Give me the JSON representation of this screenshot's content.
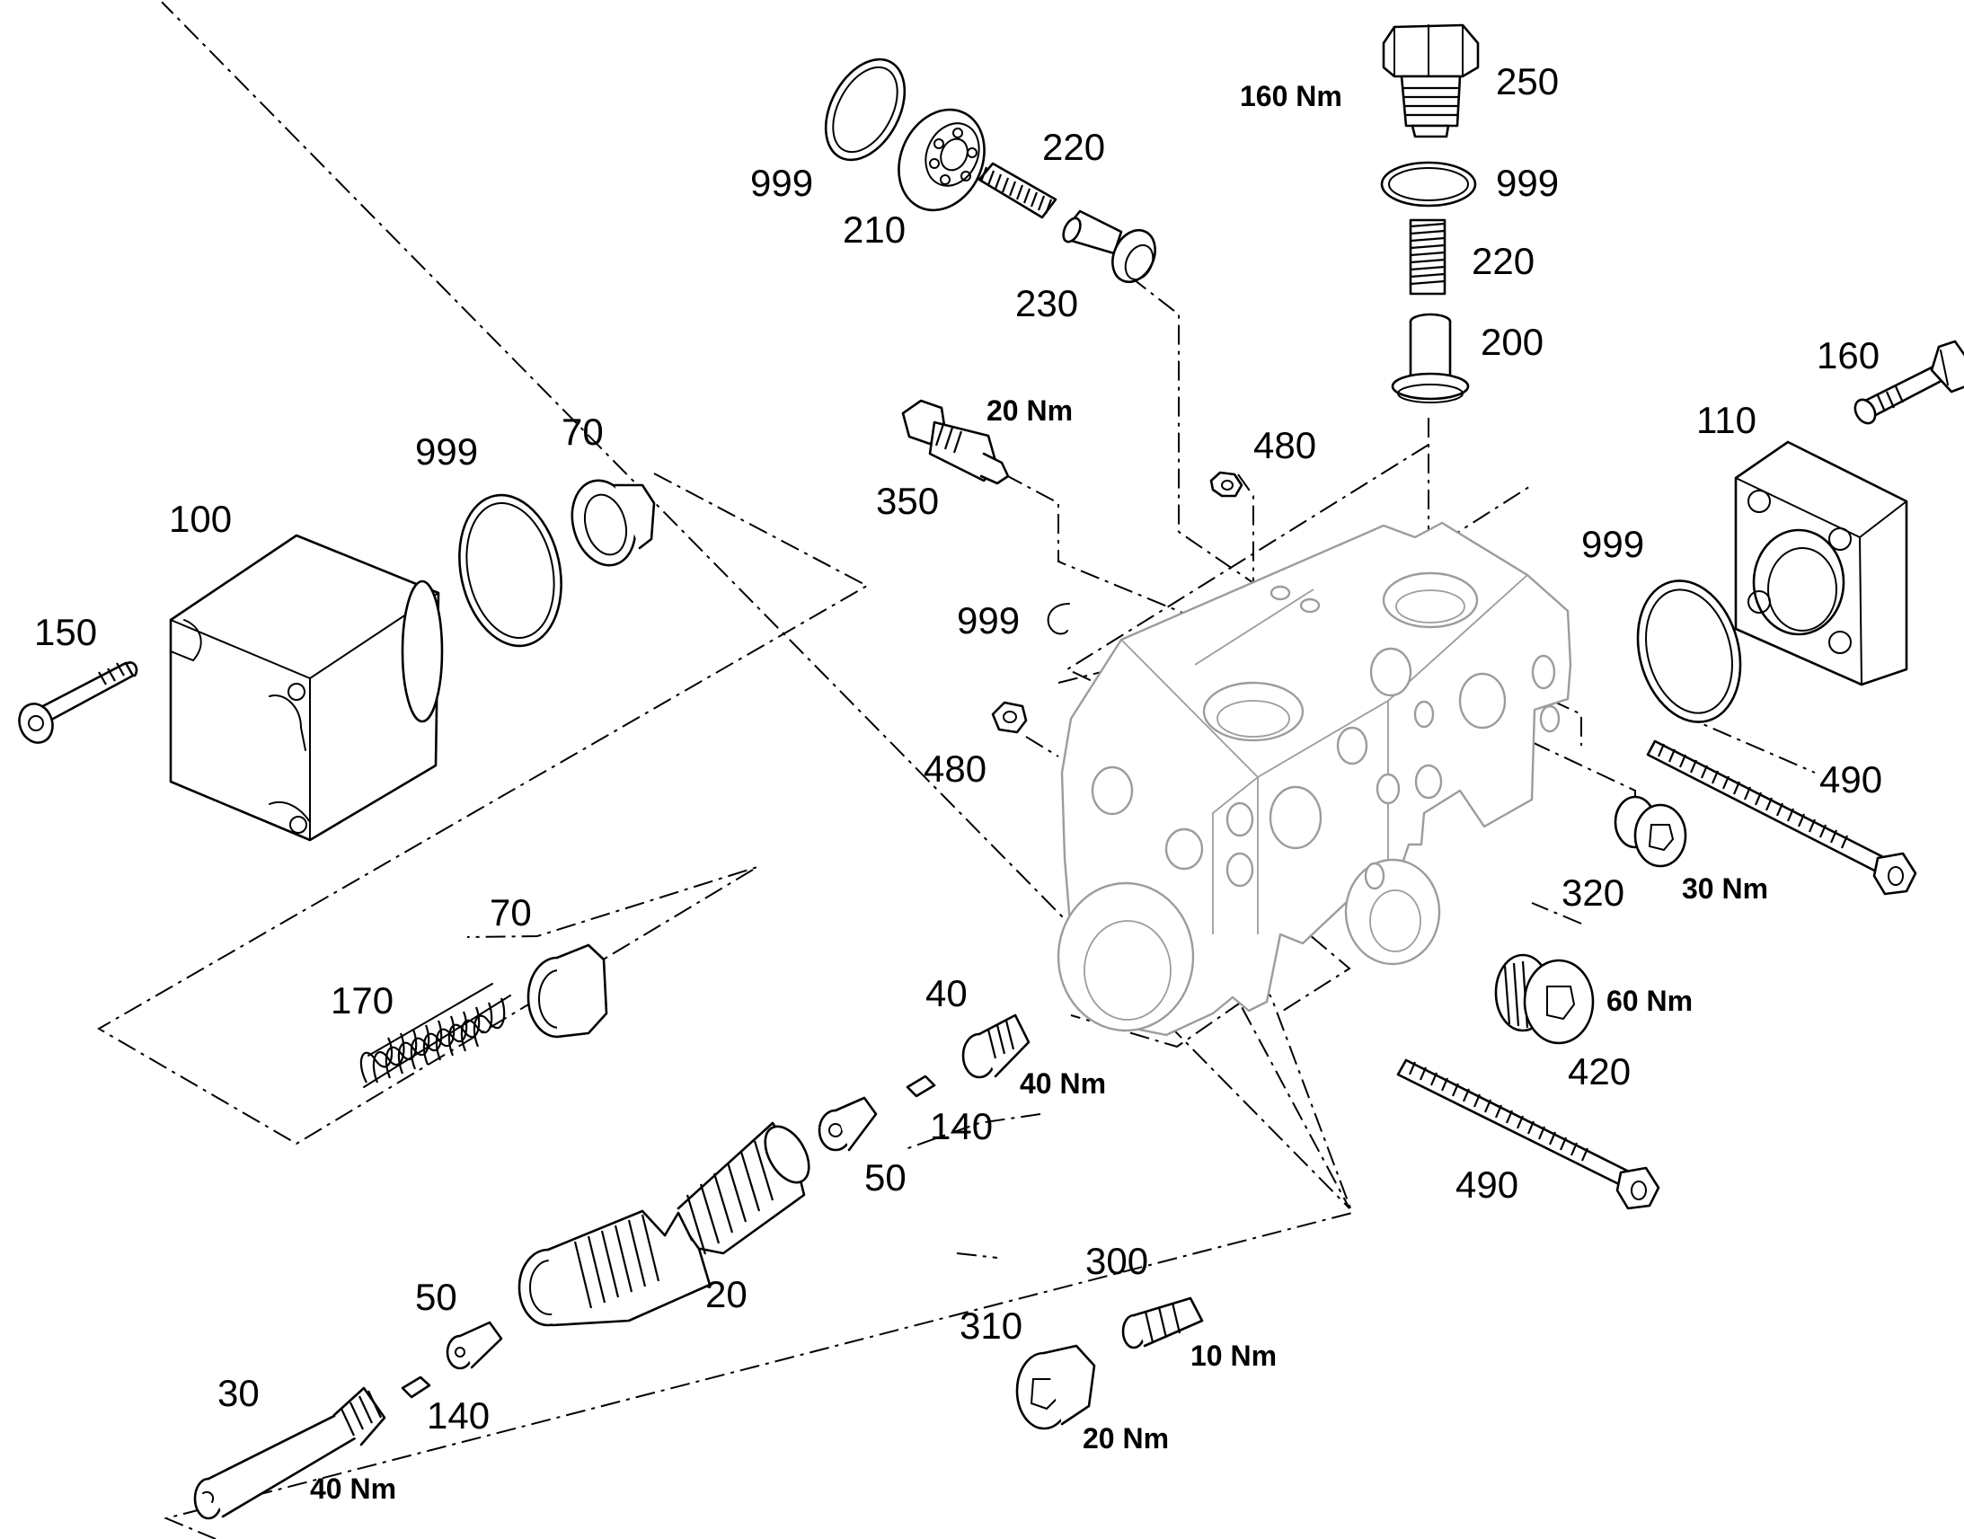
{
  "diagram": {
    "part_numbers": {
      "p999_a": "999",
      "p210": "210",
      "p220_a": "220",
      "p230": "230",
      "p250": "250",
      "p999_b": "999",
      "p220_b": "220",
      "p200": "200",
      "p160": "160",
      "p110": "110",
      "p999_c": "999",
      "p350": "350",
      "p480_a": "480",
      "p999_d": "999",
      "p480_b": "480",
      "p999_e": "999",
      "p70_a": "70",
      "p100": "100",
      "p150": "150",
      "p490_a": "490",
      "p320": "320",
      "p420": "420",
      "p490_b": "490",
      "p70_b": "70",
      "p170": "170",
      "p40": "40",
      "p140_a": "140",
      "p50_a": "50",
      "p20": "20",
      "p50_b": "50",
      "p140_b": "140",
      "p30": "30",
      "p300": "300",
      "p310": "310"
    },
    "torques": {
      "t250": "160 Nm",
      "t350": "20 Nm",
      "t320": "30 Nm",
      "t420": "60 Nm",
      "t40": "40 Nm",
      "t300": "10 Nm",
      "t310": "20 Nm",
      "t30": "40 Nm"
    }
  }
}
